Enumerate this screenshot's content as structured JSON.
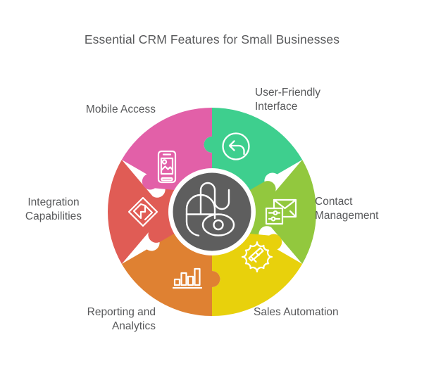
{
  "page": {
    "background": "#ffffff",
    "title": "Essential CRM Features for Small Businesses",
    "title_color": "#58595b"
  },
  "center": {
    "icon": "mouse-eye-icon",
    "color": "#5e5e5e",
    "stroke": "#ffffff"
  },
  "segments": [
    {
      "id": "user-friendly-interface",
      "label": "User-Friendly\nInterface",
      "label_line1": "User-Friendly",
      "label_line2": "Interface",
      "color": "#3ecf8e",
      "icon": "undo-arrow-circle-icon",
      "position": "top-right"
    },
    {
      "id": "contact-management",
      "label": "Contact\nManagement",
      "label_line1": "Contact",
      "label_line2": "Management",
      "color": "#92c83e",
      "icon": "envelope-settings-icon",
      "position": "right"
    },
    {
      "id": "sales-automation",
      "label": "Sales Automation",
      "label_line1": "Sales Automation",
      "label_line2": "",
      "color": "#e8d10c",
      "icon": "gear-megaphone-icon",
      "position": "bottom-right"
    },
    {
      "id": "reporting-and-analytics",
      "label": "Reporting and\nAnalytics",
      "label_line1": "Reporting and",
      "label_line2": "Analytics",
      "color": "#df8132",
      "icon": "bar-chart-icon",
      "position": "bottom-left"
    },
    {
      "id": "integration-capabilities",
      "label": "Integration\nCapabilities",
      "label_line1": "Integration",
      "label_line2": "Capabilities",
      "color": "#e05c55",
      "icon": "interlocking-diamond-icon",
      "position": "left"
    },
    {
      "id": "mobile-access",
      "label": "Mobile Access",
      "label_line1": "Mobile Access",
      "label_line2": "",
      "color": "#e260a8",
      "icon": "smartphone-image-icon",
      "position": "top-left"
    }
  ]
}
